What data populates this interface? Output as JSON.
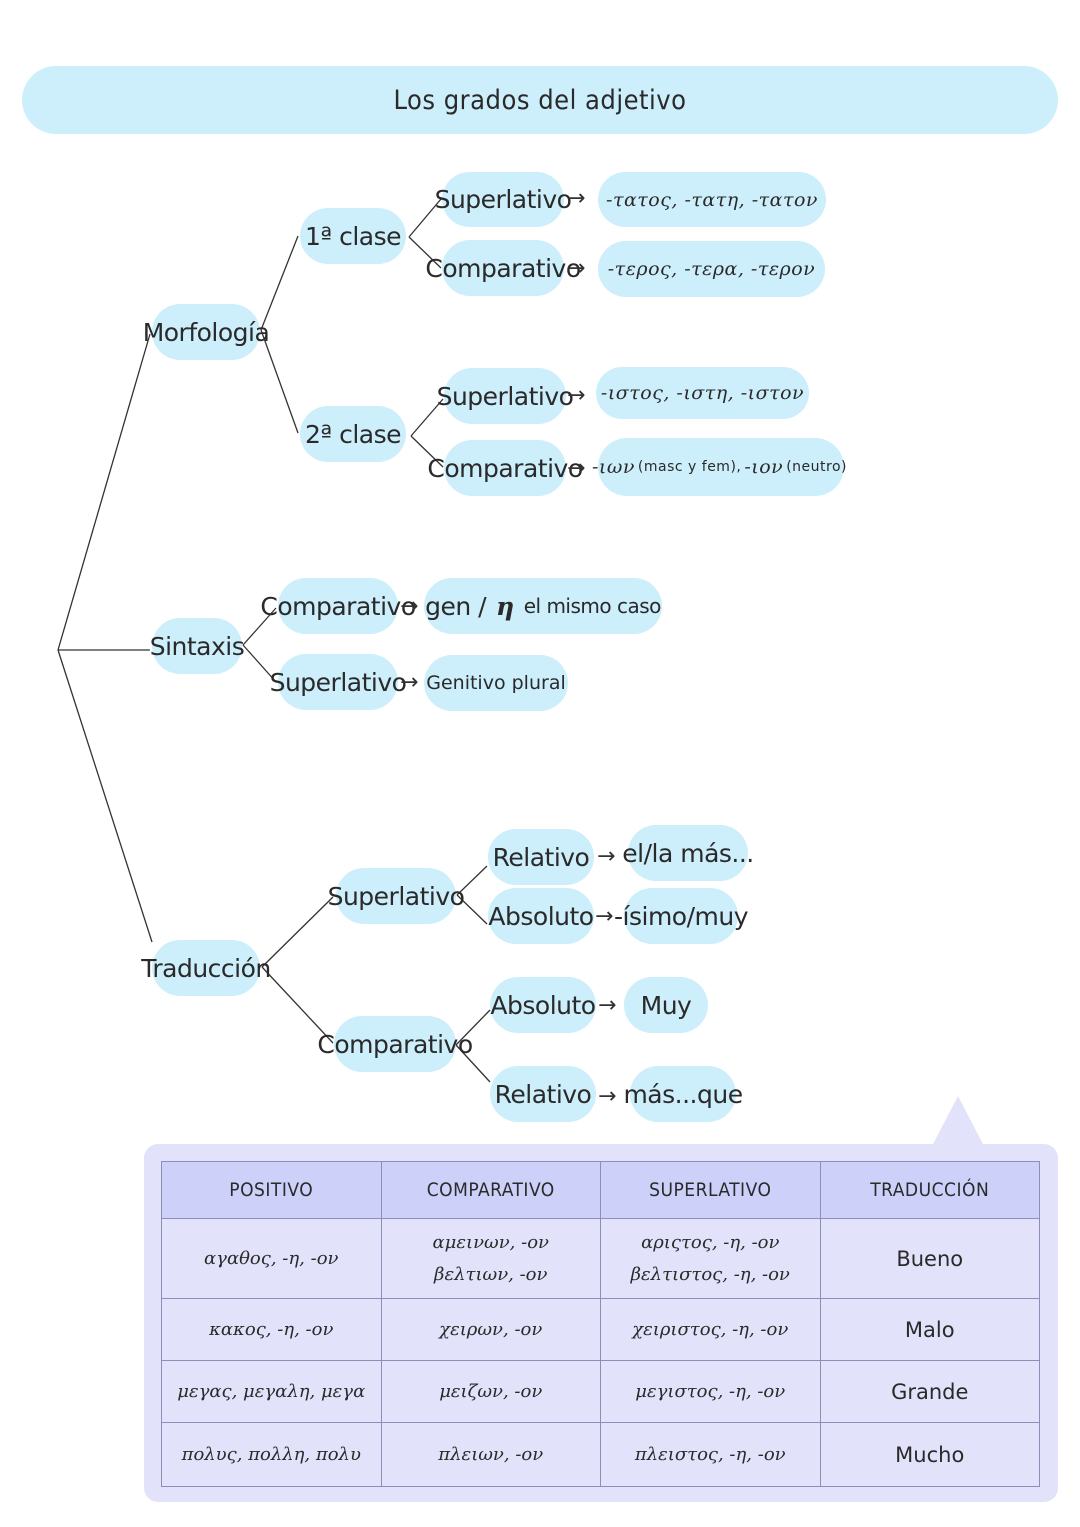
{
  "title": "Los grados del adjetivo",
  "morfologia": {
    "label": "Morfología",
    "clase1": {
      "label": "1ª clase",
      "superlativo": {
        "label": "Superlativo",
        "ending": "-τατος, -τατη, -τατον"
      },
      "comparativo": {
        "label": "Comparativo",
        "ending": "-τερος, -τερα, -τερον"
      }
    },
    "clase2": {
      "label": "2ª clase",
      "superlativo": {
        "label": "Superlativo",
        "ending": "-ιστος, -ιστη, -ιστον"
      },
      "comparativo": {
        "label": "Comparativo",
        "ending_1": "-ιων",
        "note_1": "(masc y fem),",
        "ending_2": "-ιον",
        "note_2": "(neutro)"
      }
    }
  },
  "sintaxis": {
    "label": "Sintaxis",
    "comparativo": {
      "label": "Comparativo",
      "rule_a": "gen /",
      "rule_eta": "η",
      "rule_b": "el mismo caso"
    },
    "superlativo": {
      "label": "Superlativo",
      "rule": "Genitivo plural"
    }
  },
  "traduccion": {
    "label": "Traducción",
    "superlativo": {
      "label": "Superlativo",
      "relativo": {
        "label": "Relativo",
        "value": "el/la más..."
      },
      "absoluto": {
        "label": "Absoluto",
        "value": "-ísimo/muy"
      }
    },
    "comparativo": {
      "label": "Comparativo",
      "absoluto": {
        "label": "Absoluto",
        "value": "Muy"
      },
      "relativo": {
        "label": "Relativo",
        "value": "más...que"
      }
    }
  },
  "arrow": "→",
  "table": {
    "headers": [
      "POSITIVO",
      "COMPARATIVO",
      "SUPERLATIVO",
      "TRADUCCIÓN"
    ],
    "rows": [
      {
        "positivo": "αγαθος, -η, -ον",
        "comparativo": [
          "αμεινων, -ον",
          "βελτιων, -ον"
        ],
        "superlativo": [
          "αριςτος, -η, -ον",
          "βελτιστος, -η, -ον"
        ],
        "traduccion": "Bueno"
      },
      {
        "positivo": "κακος, -η, -ον",
        "comparativo": [
          "χειρων, -ον"
        ],
        "superlativo": [
          "χειριστος, -η, -ον"
        ],
        "traduccion": "Malo"
      },
      {
        "positivo": "μεγας, μεγαλη, μεγα",
        "comparativo": [
          "μειζων, -ον"
        ],
        "superlativo": [
          "μεγιστος, -η, -ον"
        ],
        "traduccion": "Grande"
      },
      {
        "positivo": "πολυς, πολλη, πολυ",
        "comparativo": [
          "πλειων, -ον"
        ],
        "superlativo": [
          "πλειστος, -η, -ον"
        ],
        "traduccion": "Mucho"
      }
    ]
  },
  "colors": {
    "pill": "#cdeefb",
    "table_bg": "#e2e2fb",
    "table_header": "#cdd0f8"
  }
}
